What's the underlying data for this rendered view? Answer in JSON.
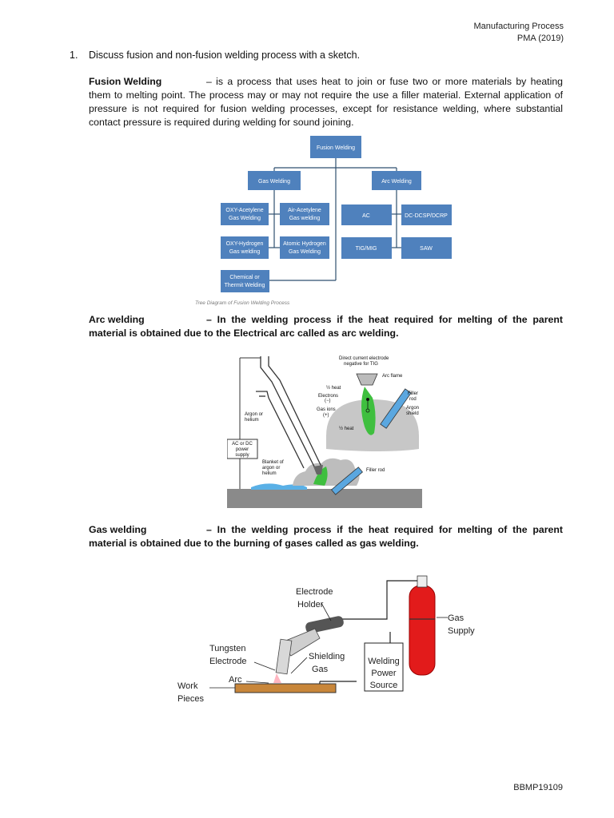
{
  "header": {
    "line1": "Manufacturing Process",
    "line2": "PMA (2019)"
  },
  "question": {
    "number": "1.",
    "text": "Discuss fusion and non-fusion welding process with a sketch."
  },
  "fusion": {
    "term": "Fusion Welding",
    "text": "– is a process that uses heat to join or fuse two or more materials by heating them to melting point. The process may or may not require the use a filler material. External application of pressure is not required for fusion welding processes, except for resistance welding, where substantial contact pressure is required during welding for sound joining."
  },
  "tree": {
    "root": "Fusion Welding",
    "gas": "Gas Welding",
    "arc": "Arc Welding",
    "oxy_acetylene": [
      "OXY-Acetylene",
      "Gas Welding"
    ],
    "air_acetylene": [
      "Air-Acetylene",
      "Gas welding"
    ],
    "oxy_hydrogen": [
      "OXY-Hydrogen",
      "Gas welding"
    ],
    "atomic_hydrogen": [
      "Atomic Hydrogen",
      "Gas Welding"
    ],
    "chemical": [
      "Chemical or",
      "Thermit Welding"
    ],
    "ac": "AC",
    "dc": "DC-DCSP/DCRP",
    "tig": "TIG/MIG",
    "saw": "SAW",
    "caption": "Tree Diagram of Fusion Welding Process"
  },
  "arc": {
    "term": "Arc welding",
    "text": "– In the welding process if the heat required for melting of the parent material is obtained due to the Electrical arc called as arc welding."
  },
  "arc_figure": {
    "dc_electrode": [
      "Direct current electrode",
      "negative for TIG"
    ],
    "arc_flame": "Arc flame",
    "half_heat": "½ heat",
    "electrons": [
      "Electrons",
      "(−)"
    ],
    "gas_ions": [
      "Gas ions",
      "(+)"
    ],
    "filler_rod_top": [
      "Filler",
      "rod"
    ],
    "argon_shield": [
      "Argon",
      "shield"
    ],
    "half_heat_bottom": "½ heat",
    "argon_helium": [
      "Argon or",
      "helium"
    ],
    "power_supply": [
      "AC or DC",
      "power",
      "supply"
    ],
    "blanket": [
      "Blanket of",
      "argon or",
      "helium"
    ],
    "filler_rod": "Filler rod"
  },
  "gas": {
    "term": "Gas welding",
    "text": "– In the welding process if the heat required for melting of the parent material is obtained due to the burning of gases called as gas welding."
  },
  "gas_figure": {
    "electrode_holder": [
      "Electrode",
      "Holder"
    ],
    "tungsten": [
      "Tungsten",
      "Electrode"
    ],
    "shielding": [
      "Shielding",
      "Gas"
    ],
    "arc": "Arc",
    "work": [
      "Work",
      "Pieces"
    ],
    "power_source": [
      "Welding",
      "Power",
      "Source"
    ],
    "gas_supply": [
      "Gas",
      "Supply"
    ]
  },
  "footer": "BBMP19109"
}
